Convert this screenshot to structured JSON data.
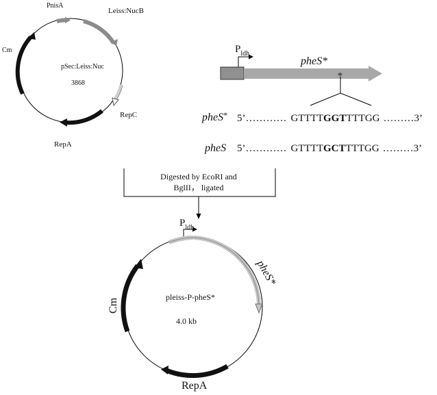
{
  "plasmid_top": {
    "name": "pSec:Leiss:Nuc",
    "size": "3868",
    "labels": {
      "pnisa": "PnisA",
      "leiss_nucb": "Leiss:NucB",
      "cm": "Cm",
      "repc": "RepC",
      "repa": "RepA"
    }
  },
  "gene_map": {
    "promoter_main": "P",
    "promoter_sub": "ldh",
    "gene_label": "pheS",
    "gene_star": "*",
    "mutation_star": "*"
  },
  "sequences": {
    "mutant": {
      "label": "pheS",
      "label_star": "*",
      "five_prime": "5’",
      "dots_left": "…………",
      "pre": "GTTTT",
      "codon": "GGT",
      "post": "TTTGG",
      "dots_right": "………",
      "three_prime": "3’"
    },
    "wildtype": {
      "label": "pheS",
      "five_prime": "5’",
      "dots_left": "…………",
      "pre": "GTTTT",
      "codon": "GCT",
      "post": "TTTGG",
      "dots_right": "………",
      "three_prime": "3’"
    }
  },
  "step": {
    "line1": "Digested by EcoRI and",
    "line2": "BglII， ligated"
  },
  "plasmid_bottom": {
    "name": "pleiss-P-pheS*",
    "size": "4.0 kb",
    "promoter_main": "P",
    "promoter_sub": "ldh",
    "labels": {
      "phes": "pheS",
      "phes_star": "*",
      "cm": "Cm",
      "repa": "RepA"
    }
  },
  "colors": {
    "line": "#000000",
    "dark_feature": "#111111",
    "gray_feature": "#8c8c8c",
    "light_feature": "#c4c4c4",
    "gene_arrow": "#a8a8a8",
    "promoter_box": "#909090"
  }
}
